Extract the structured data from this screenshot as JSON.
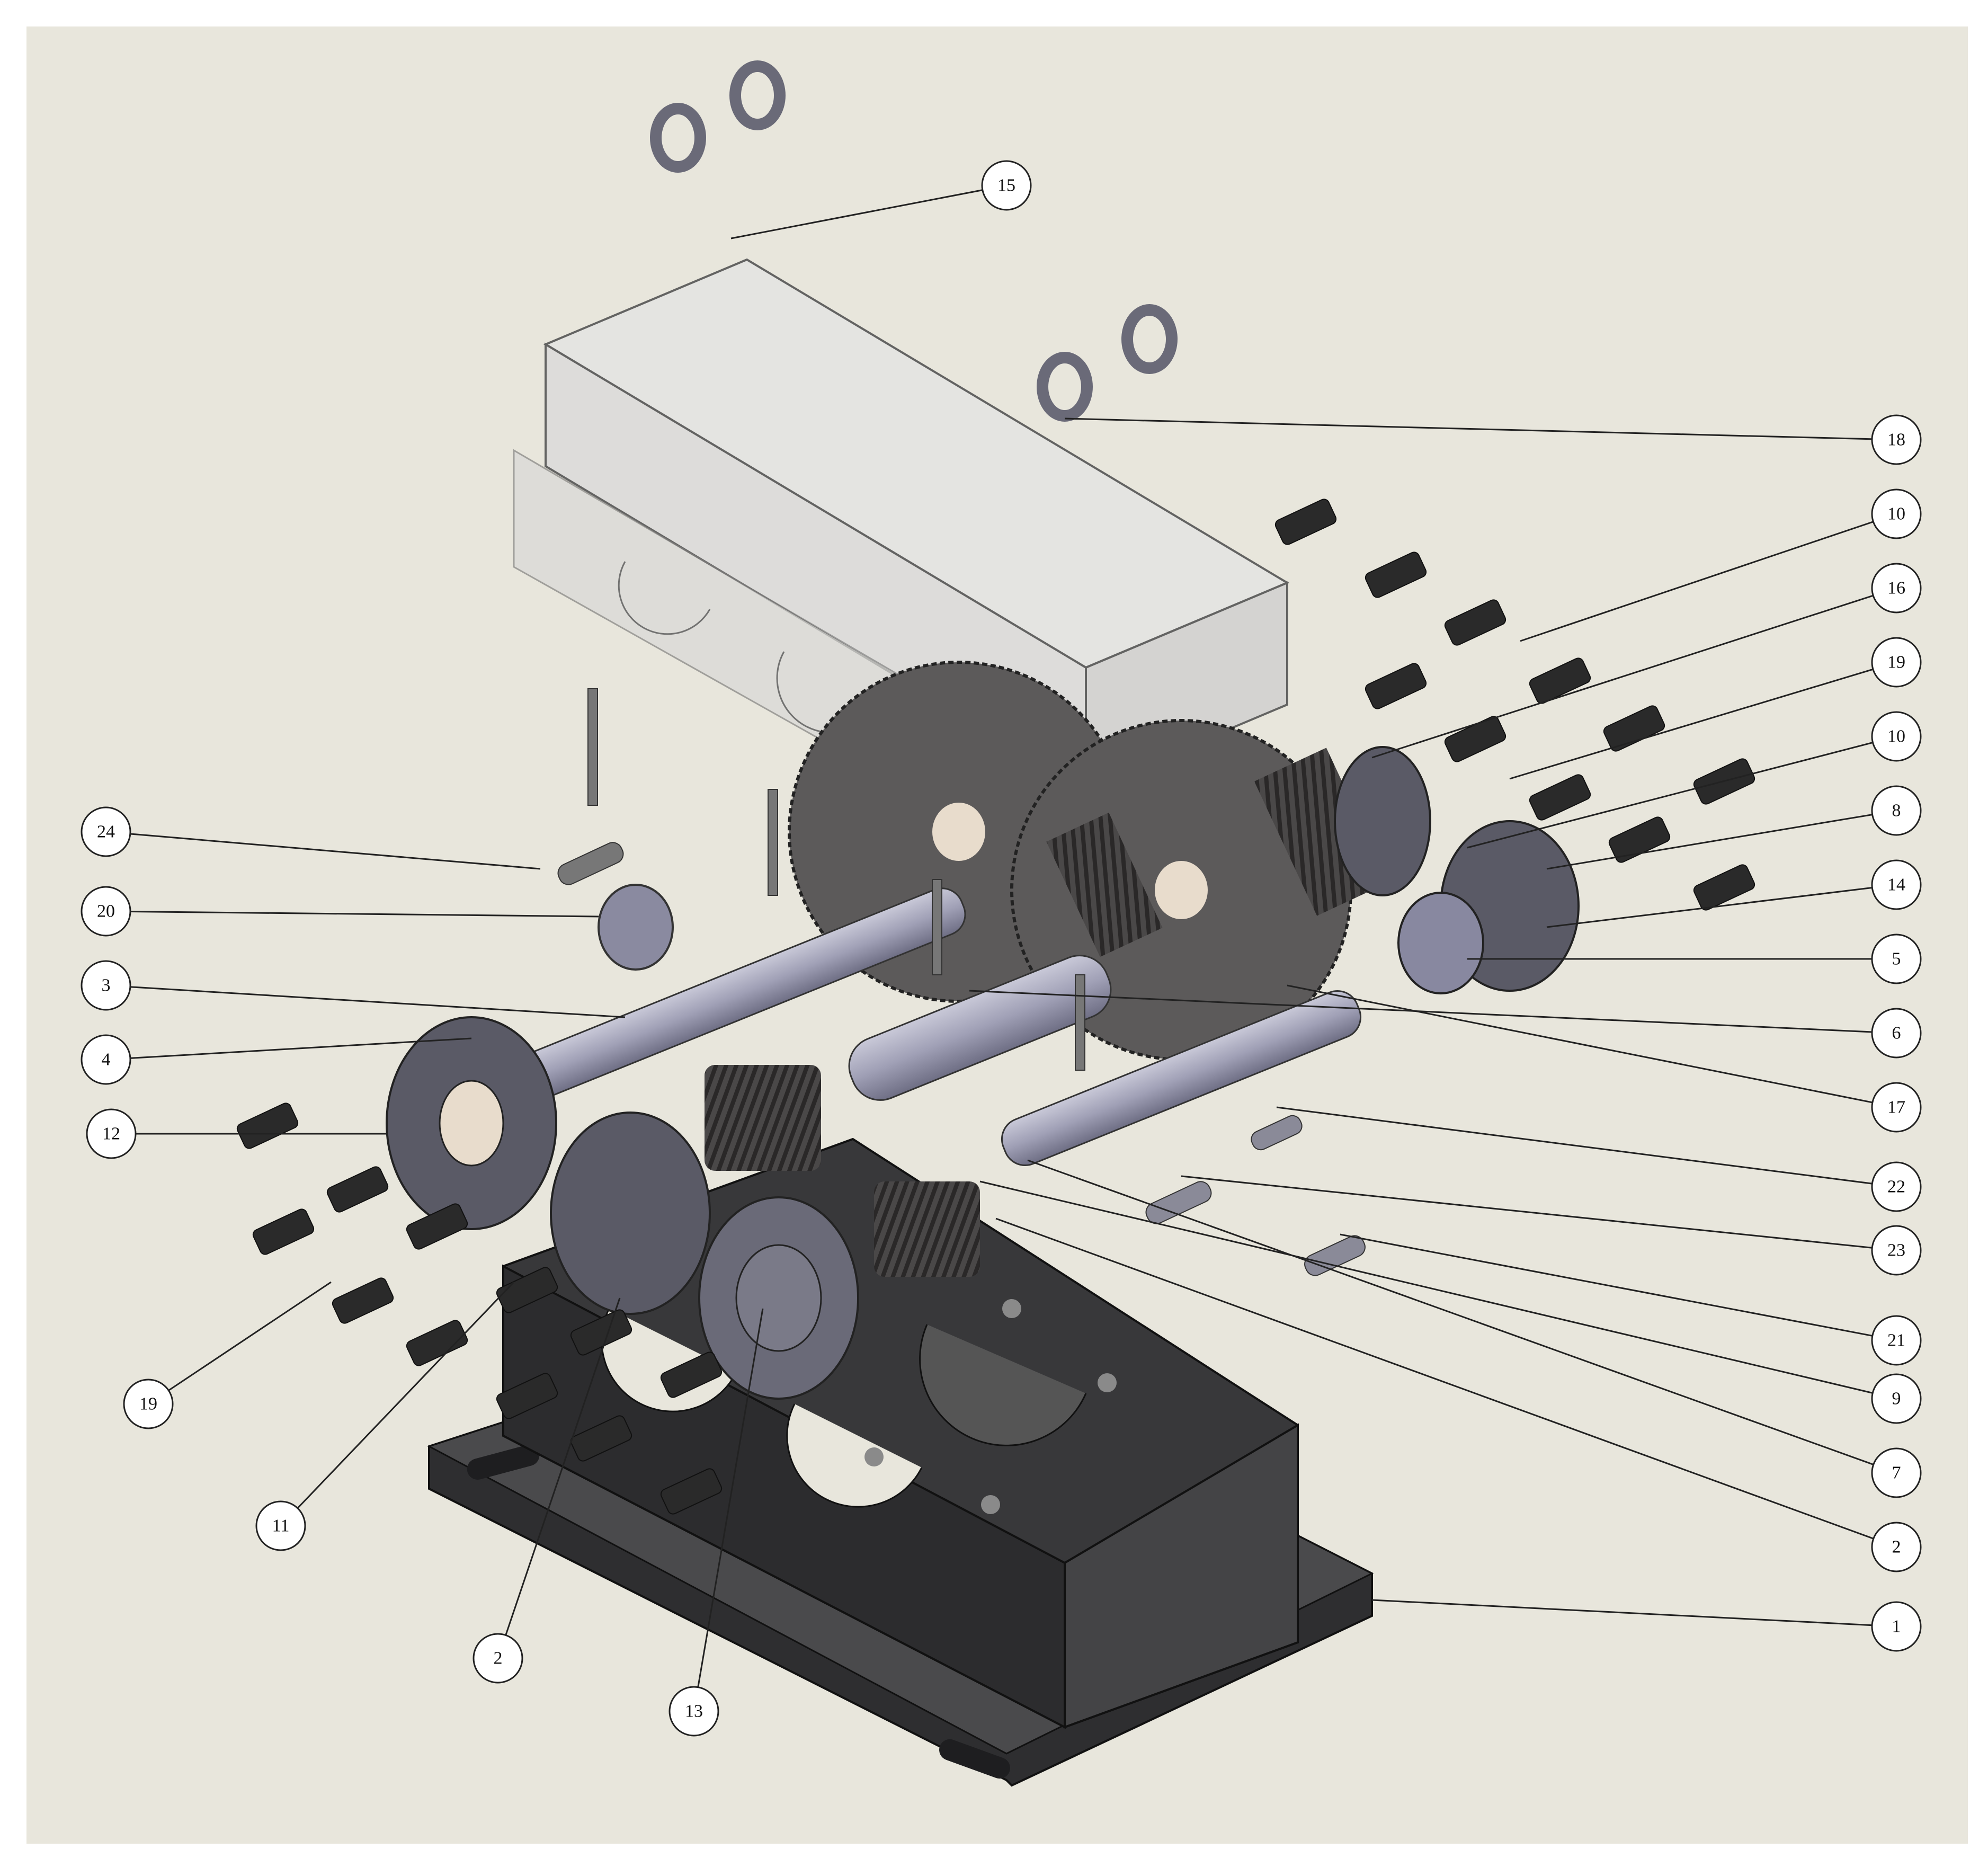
{
  "figure": {
    "balloons": [
      {
        "label": "15"
      },
      {
        "label": "18"
      },
      {
        "label": "10"
      },
      {
        "label": "16"
      },
      {
        "label": "19"
      },
      {
        "label": "10"
      },
      {
        "label": "8"
      },
      {
        "label": "14"
      },
      {
        "label": "5"
      },
      {
        "label": "6"
      },
      {
        "label": "17"
      },
      {
        "label": "22"
      },
      {
        "label": "23"
      },
      {
        "label": "21"
      },
      {
        "label": "9"
      },
      {
        "label": "7"
      },
      {
        "label": "2"
      },
      {
        "label": "1"
      },
      {
        "label": "24"
      },
      {
        "label": "20"
      },
      {
        "label": "3"
      },
      {
        "label": "4"
      },
      {
        "label": "12"
      },
      {
        "label": "19"
      },
      {
        "label": "11"
      },
      {
        "label": "2"
      },
      {
        "label": "13"
      }
    ]
  },
  "colors": {
    "background": "#e8e6dc",
    "housing_dark": "#3d3d3f",
    "shaft": "#a3a3b8",
    "gear": "#5c5a5a",
    "cover_transparent": "#d8d8d8"
  }
}
